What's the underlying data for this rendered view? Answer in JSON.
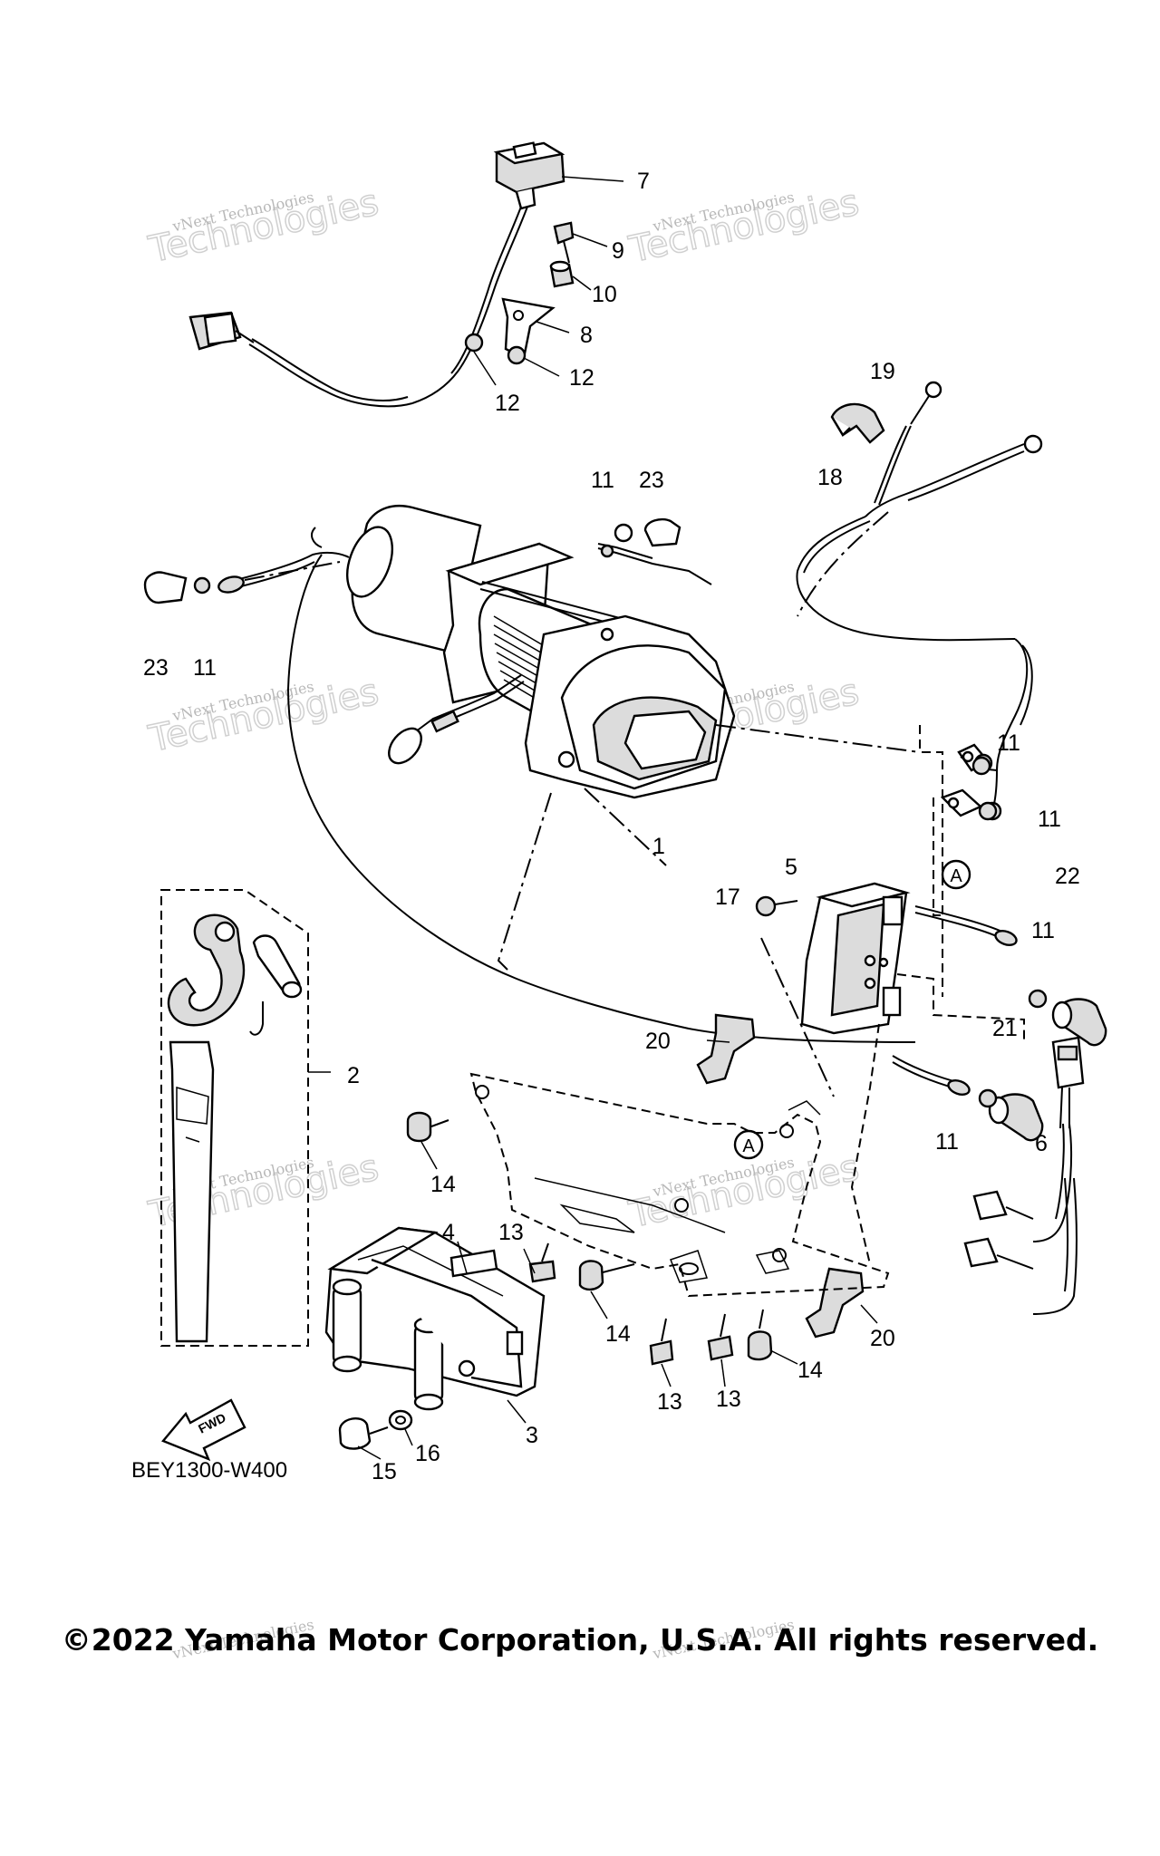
{
  "figure": {
    "code": "BEY1300-W400",
    "fwd_label": "FWD",
    "copyright": "©2022 Yamaha Motor Corporation, U.S.A. All rights reserved."
  },
  "watermark": {
    "small": "vNext Technologies",
    "big": "Technologies",
    "vnext": "vNext"
  },
  "callouts": {
    "c1": "1",
    "c2": "2",
    "c3": "3",
    "c4": "4",
    "c5": "5",
    "c6": "6",
    "c7": "7",
    "c8": "8",
    "c9": "9",
    "c10": "10",
    "c11a": "11",
    "c11b": "11",
    "c11c": "11",
    "c11d": "11",
    "c11e": "11",
    "c11f": "11",
    "c12a": "12",
    "c12b": "12",
    "c13a": "13",
    "c13b": "13",
    "c13c": "13",
    "c14a": "14",
    "c14b": "14",
    "c14c": "14",
    "c15": "15",
    "c16": "16",
    "c17": "17",
    "c18": "18",
    "c19": "19",
    "c20a": "20",
    "c20b": "20",
    "c21": "21",
    "c22": "22",
    "c23a": "23",
    "c23b": "23",
    "refA1": "A",
    "refA2": "A"
  }
}
